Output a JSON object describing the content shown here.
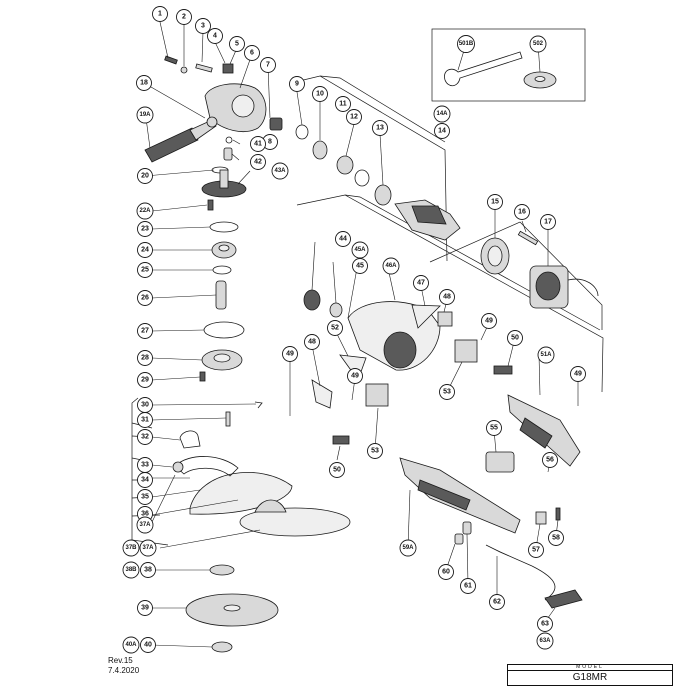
{
  "revision": {
    "rev": "Rev.15",
    "date": "7.4.2020"
  },
  "model": {
    "label": "MODEL",
    "number": "G18MR"
  },
  "callouts": [
    "1",
    "2",
    "3",
    "4",
    "5",
    "6",
    "7",
    "8",
    "9",
    "10",
    "11",
    "12",
    "13",
    "14A",
    "14",
    "15",
    "16",
    "17",
    "18",
    "19A",
    "20",
    "22A",
    "23",
    "24",
    "25",
    "26",
    "27",
    "28",
    "29",
    "30",
    "31",
    "32",
    "33",
    "34",
    "35",
    "36",
    "37A",
    "37B",
    "37A",
    "38B",
    "38",
    "39",
    "40A",
    "40",
    "41",
    "42",
    "43A",
    "44",
    "45A",
    "45",
    "46A",
    "47",
    "48",
    "49",
    "52",
    "48",
    "49",
    "50",
    "51A",
    "49",
    "53",
    "49",
    "50",
    "53",
    "55",
    "56",
    "59A",
    "57",
    "58",
    "60",
    "61",
    "62",
    "63",
    "63A",
    "501B",
    "502"
  ]
}
